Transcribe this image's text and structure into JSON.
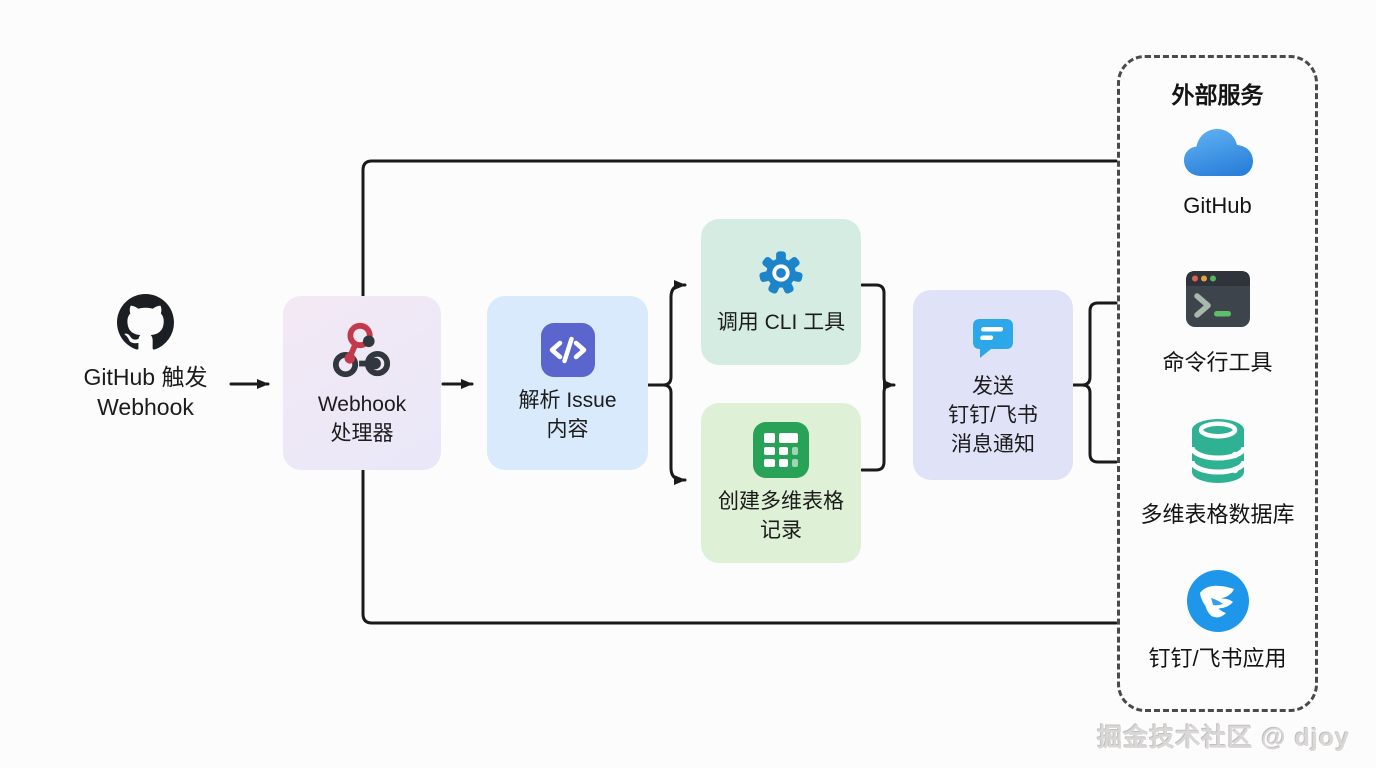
{
  "source": {
    "line1": "GitHub 触发",
    "line2": "Webhook"
  },
  "nodes": {
    "webhook_handler": {
      "line1": "Webhook",
      "line2": "处理器"
    },
    "parse_issue": {
      "line1": "解析 Issue",
      "line2": "内容"
    },
    "cli_tool": {
      "line1": "调用 CLI 工具"
    },
    "create_table": {
      "line1": "创建多维表格",
      "line2": "记录"
    },
    "send_notification": {
      "line1": "发送",
      "line2": "钉钉/飞书",
      "line3": "消息通知"
    }
  },
  "external_panel": {
    "title": "外部服务",
    "services": [
      {
        "icon": "cloud-icon",
        "label": "GitHub"
      },
      {
        "icon": "terminal-icon",
        "label": "命令行工具"
      },
      {
        "icon": "database-icon",
        "label": "多维表格数据库"
      },
      {
        "icon": "dingtalk-icon",
        "label": "钉钉/飞书应用"
      }
    ]
  },
  "watermark": "掘金技术社区 @ djoy",
  "colors": {
    "connector_line": "#1a1a1a",
    "webhook_red": "#c23a4b",
    "webhook_dark": "#31373d",
    "code_indigo": "#5a66cd",
    "gear_blue": "#1d84c9",
    "table_green": "#28a257",
    "chat_blue": "#2ca7ea",
    "cloud_blue": "#3b8fe0",
    "terminal_dark": "#3e444b",
    "db_teal": "#2fb294",
    "dingtalk_blue": "#1e97ea",
    "box_webhook": "#ede8f6",
    "box_parse": "#d8eafb",
    "box_cli": "#d5ece3",
    "box_table": "#def0d5",
    "box_send": "#e0e2f8"
  }
}
